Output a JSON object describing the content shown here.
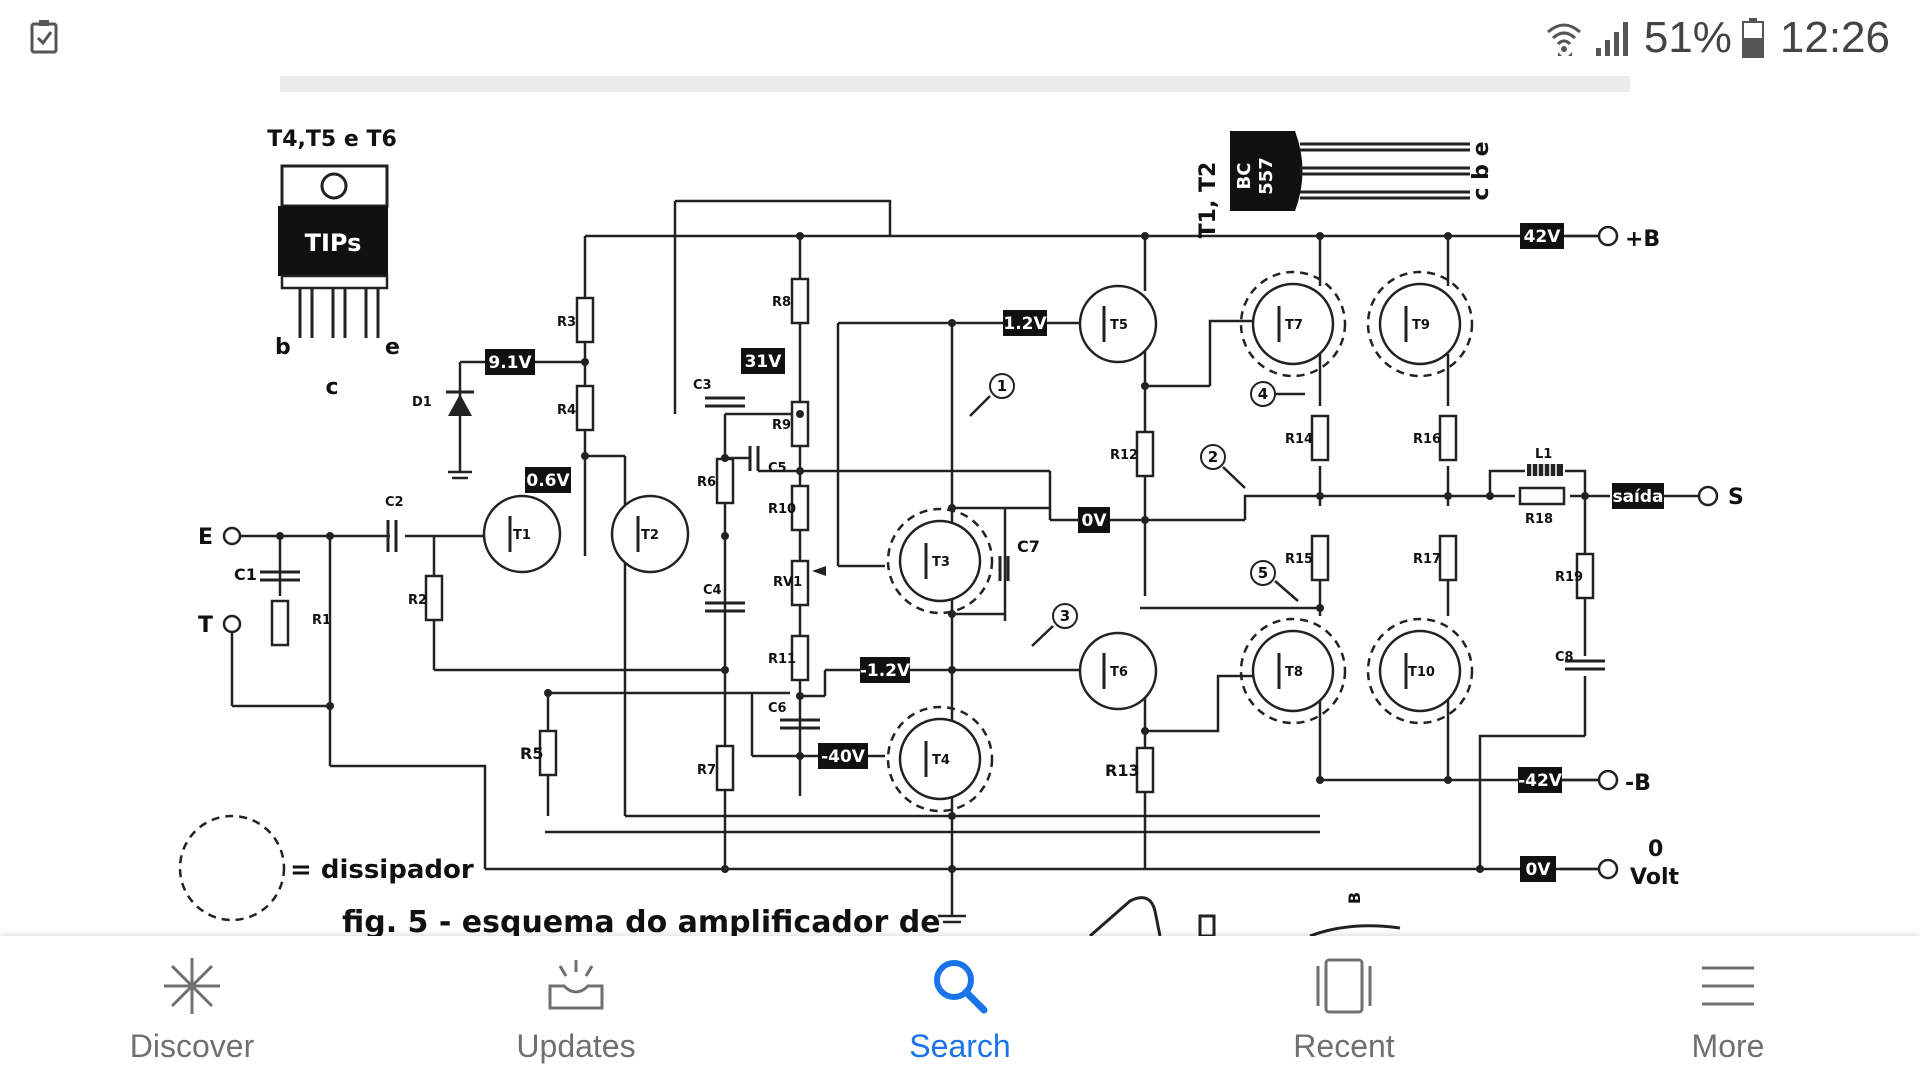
{
  "status_bar": {
    "left_icon": "checkbox-notification-icon",
    "wifi_icon": "wifi-icon",
    "signal_icon": "signal-icon",
    "battery_percent": "51%",
    "battery_icon": "battery-icon",
    "time": "12:26"
  },
  "schematic": {
    "package_tips_title": "T4,T5 e T6",
    "package_tips_label": "TIPs",
    "package_tips_pin_b": "b",
    "package_tips_pin_c": "c",
    "package_tips_pin_e": "e",
    "package_bc_rotated": "T1, T2",
    "package_bc_part": "BC",
    "package_bc_number": "557",
    "package_bc_pins": "c b e",
    "rail_pos_badge": "42V",
    "rail_pos_label": "+B",
    "rail_neg_badge": "-42V",
    "rail_neg_label": "-B",
    "ground_badge": "0V",
    "ground_label_1": "0",
    "ground_label_2": "Volt",
    "output_badge": "saída",
    "output_label": "S",
    "input_e": "E",
    "input_t": "T",
    "v_91": "9.1V",
    "v_06": "0.6V",
    "v_31": "31V",
    "v_12": "1.2V",
    "v_0": "0V",
    "v_m12": "-1.2V",
    "v_m40": "-40V",
    "components": {
      "t1": "T1",
      "t2": "T2",
      "t3": "T3",
      "t4": "T4",
      "t5": "T5",
      "t6": "T6",
      "t7": "T7",
      "t8": "T8",
      "t9": "T9",
      "t10": "T10",
      "r1": "R1",
      "r2": "R2",
      "r3": "R3",
      "r4": "R4",
      "r5": "R5",
      "r6": "R6",
      "r7": "R7",
      "r8": "R8",
      "r9": "R9",
      "r10": "R10",
      "r11": "R11",
      "r12": "R12",
      "r13": "R13",
      "r14": "R14",
      "r15": "R15",
      "r16": "R16",
      "r17": "R17",
      "r18": "R18",
      "r19": "R19",
      "c1": "C1",
      "c2": "C2",
      "c3": "C3",
      "c4": "C4",
      "c5": "C5",
      "c6": "C6",
      "c7": "C7",
      "c8": "C8",
      "d1": "D1",
      "rv1": "RV1",
      "l1": "L1"
    },
    "markers": [
      "1",
      "2",
      "3",
      "4",
      "5"
    ],
    "legend_text": "= dissipador",
    "caption": "fig. 5 - esquema do amplificador de",
    "partial_b": "B"
  },
  "bottom_nav": {
    "items": [
      {
        "label": "Discover",
        "icon": "sparkle-icon"
      },
      {
        "label": "Updates",
        "icon": "updates-tray-icon"
      },
      {
        "label": "Search",
        "icon": "search-icon"
      },
      {
        "label": "Recent",
        "icon": "recent-cards-icon"
      },
      {
        "label": "More",
        "icon": "menu-icon"
      }
    ],
    "active": "Search",
    "active_color": "#1a73e8",
    "inactive_color": "#707070"
  }
}
